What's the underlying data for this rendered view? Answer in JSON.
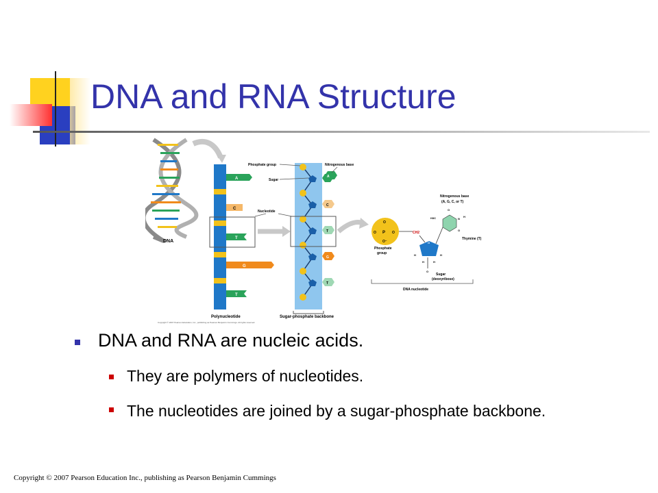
{
  "slide": {
    "title": "DNA and RNA Structure",
    "bullets": [
      {
        "level": 1,
        "text": "DNA and RNA are nucleic acids."
      },
      {
        "level": 2,
        "text": "They are polymers of nucleotides."
      },
      {
        "level": 2,
        "text": "The nucleotides are joined by a sugar-phosphate backbone."
      }
    ],
    "footer": "Copyright © 2007 Pearson Education Inc., publishing as Pearson Benjamin Cummings"
  },
  "figure": {
    "labels": {
      "dna": "DNA",
      "phosphate_group": "Phosphate group",
      "sugar": "Sugar",
      "nitrogenous_base": "Nitrogenous base",
      "nucleotide": "Nucleotide",
      "polynucleotide": "Polynucleotide",
      "backbone": "Sugar-phosphate backbone",
      "base_types_title": "Nitrogenous base",
      "base_types": "(A, G, C, or T)",
      "thymine": "Thymine (T)",
      "phosphate_group_2": "Phosphate",
      "phosphate_group_2b": "group",
      "sugar_2": "Sugar",
      "deoxyribose": "(deoxyribose)",
      "dna_nucleotide": "DNA nucleotide",
      "credit": "Copyright © 2007 Pearson Education, Inc., publishing as Pearson Benjamin Cummings. All rights reserved."
    },
    "bases": [
      "A",
      "C",
      "T",
      "G",
      "T"
    ],
    "chem": {
      "p": "P",
      "o": "O",
      "o_minus": "O⁻",
      "ch2": "CH2",
      "h3c": "H3C",
      "c": "C",
      "n": "N",
      "h": "H"
    },
    "colors": {
      "backbone_blue": "#1f78c8",
      "sugar_blue": "#1a5fa8",
      "phosphate_yellow": "#f2c21b",
      "base_green": "#2aa35a",
      "base_orange": "#f08a1c",
      "backbone_panel": "#8fc6ee",
      "title_blue": "#3333aa",
      "bullet_red": "#cc0000"
    }
  }
}
